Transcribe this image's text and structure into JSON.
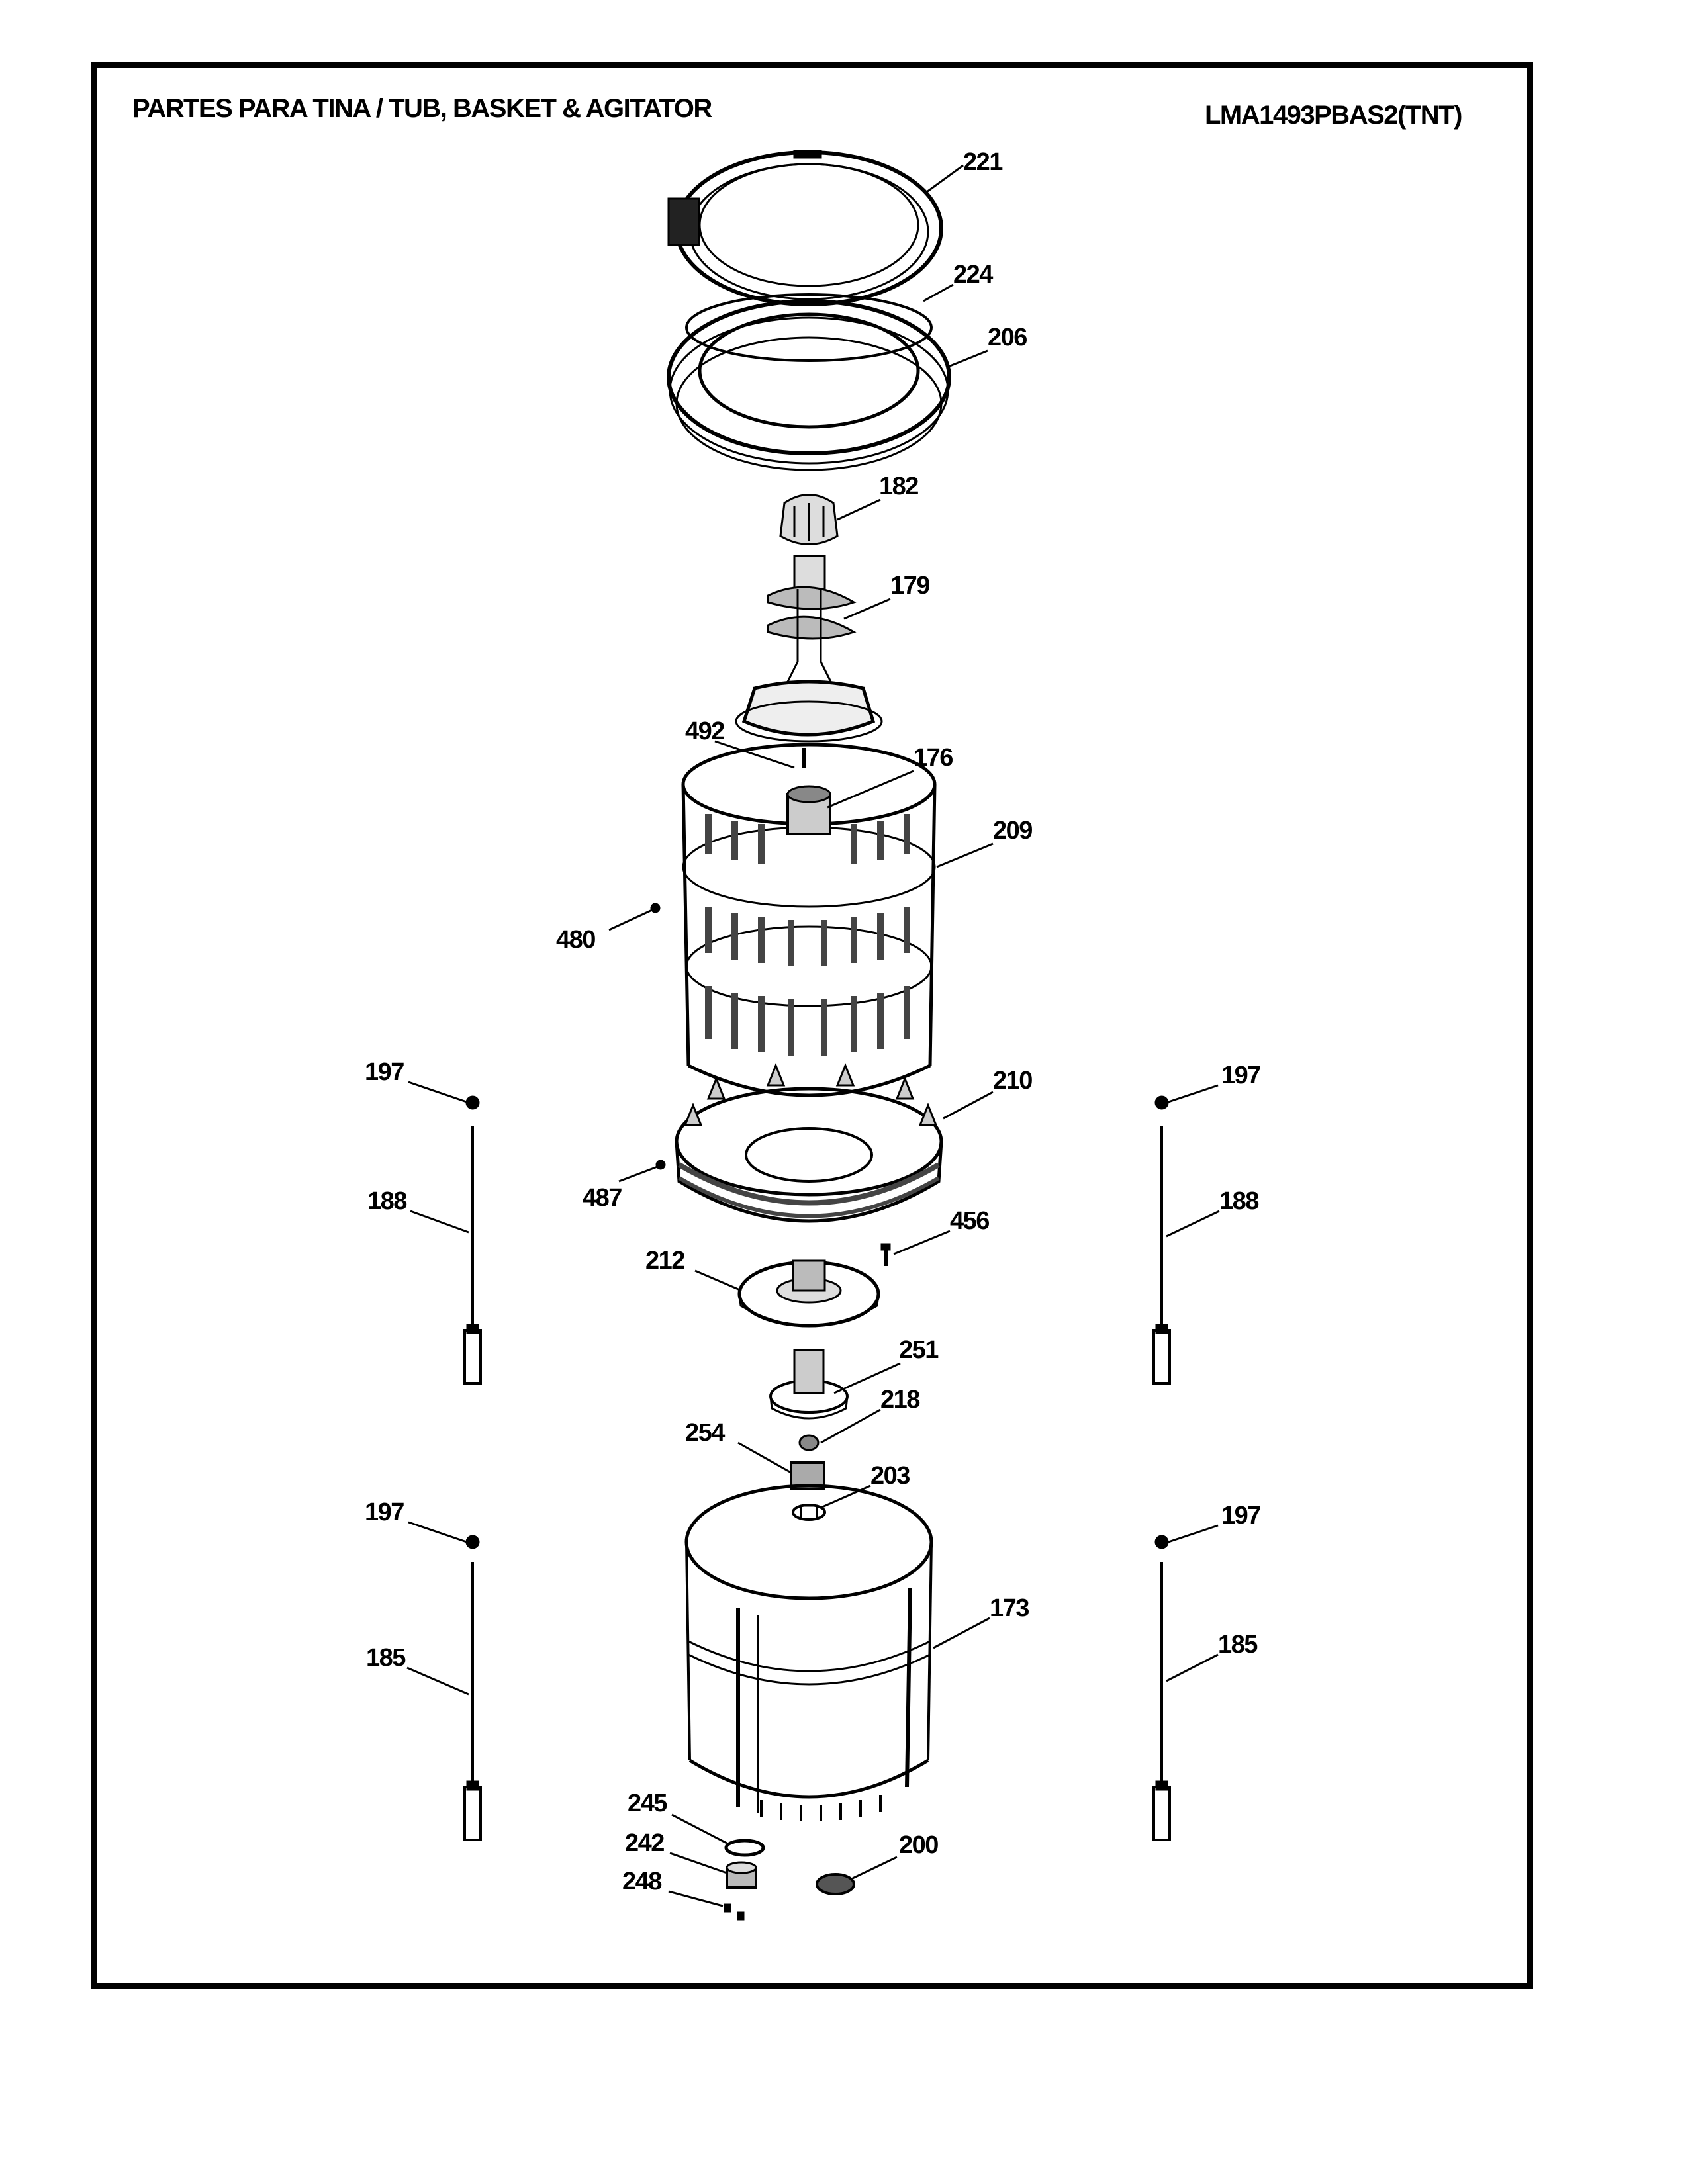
{
  "header": {
    "title": "PARTES PARA TINA  /  TUB, BASKET & AGITATOR",
    "model": "LMA1493PBAS2(TNT)"
  },
  "callouts": {
    "c221": "221",
    "c224": "224",
    "c206": "206",
    "c182": "182",
    "c179": "179",
    "c492": "492",
    "c176": "176",
    "c209": "209",
    "c480": "480",
    "c197_ul": "197",
    "c197_ur": "197",
    "c210": "210",
    "c188_l": "188",
    "c487": "487",
    "c188_r": "188",
    "c456": "456",
    "c212": "212",
    "c251": "251",
    "c218": "218",
    "c254": "254",
    "c203": "203",
    "c197_ll": "197",
    "c197_lr": "197",
    "c173": "173",
    "c185_l": "185",
    "c185_r": "185",
    "c245": "245",
    "c242": "242",
    "c248": "248",
    "c200": "200"
  }
}
